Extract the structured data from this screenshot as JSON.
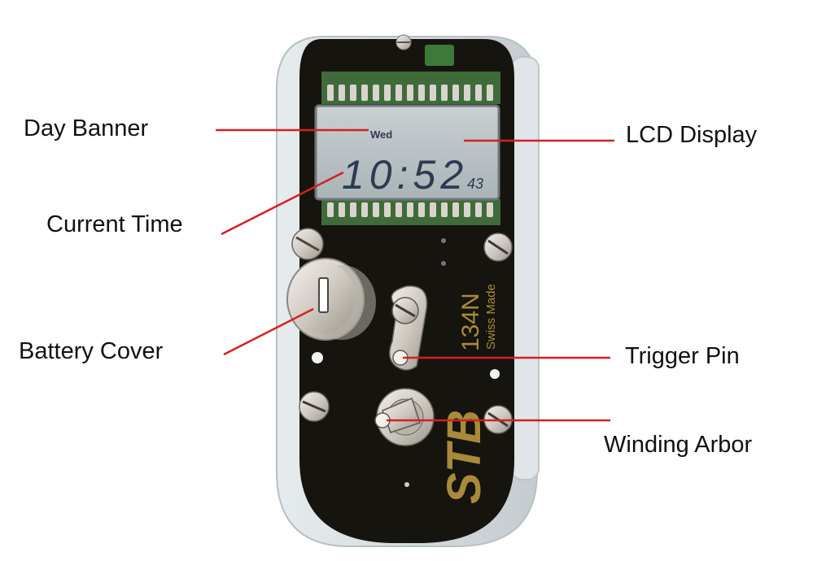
{
  "callouts": {
    "day_banner": "Day Banner",
    "current_time": "Current Time",
    "battery_cover": "Battery Cover",
    "lcd_display": "LCD Display",
    "trigger_pin": "Trigger Pin",
    "winding_arbor": "Winding Arbor"
  },
  "device": {
    "lcd_day": "Wed",
    "lcd_time": "10:52",
    "lcd_seconds": "43",
    "model": "134N",
    "made_in": "Swiss Made",
    "brand": "STB"
  },
  "colors": {
    "leader_line": "#d42020",
    "board": "#16140f",
    "lcd": "#b9c2c4",
    "lcd_digits": "#2e3a52",
    "gold_text": "#a88a3a",
    "metal": "#cfcac2"
  }
}
